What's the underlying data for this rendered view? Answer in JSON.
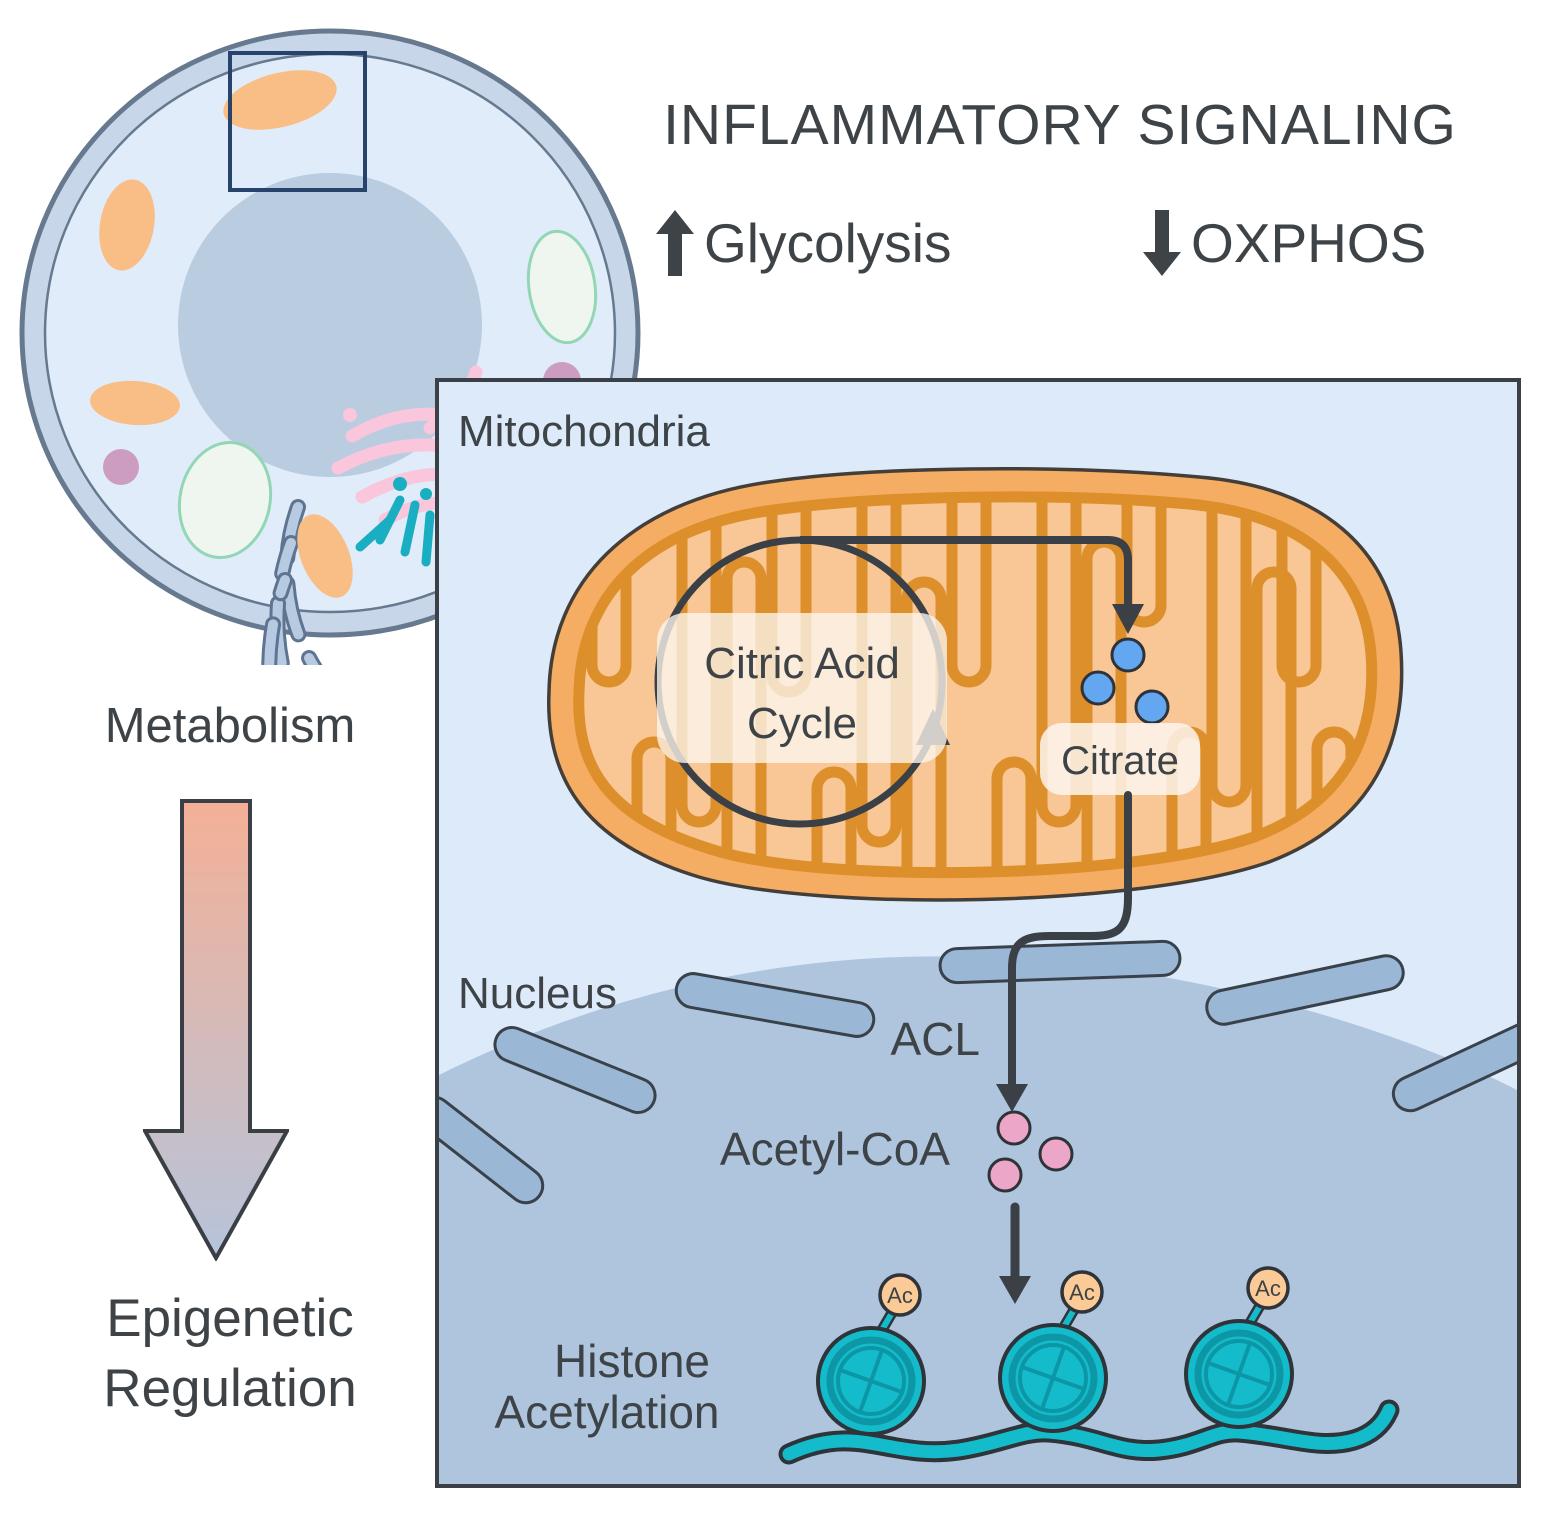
{
  "header": {
    "title": "INFLAMMATORY SIGNALING",
    "up_item": "Glycolysis",
    "down_item": "OXPHOS"
  },
  "left_flow": {
    "top_label": "Metabolism",
    "bottom_label_line1": "Epigenetic",
    "bottom_label_line2": "Regulation"
  },
  "panel": {
    "region_mitochondria": "Mitochondria",
    "cycle_label_line1": "Citric Acid",
    "cycle_label_line2": "Cycle",
    "citrate_label": "Citrate",
    "region_nucleus": "Nucleus",
    "enzyme_label": "ACL",
    "metabolite_label": "Acetyl-CoA",
    "histone_label_line1": "Histone",
    "histone_label_line2": "Acetylation",
    "ac_tag": "Ac"
  },
  "colors": {
    "panel_bg": "#DCEAF9",
    "panel_border": "#3A4046",
    "text": "#3E4347",
    "mito_outer": "#F5AC63",
    "mito_matrix": "#F8C795",
    "mito_cristae": "#DC8F2B",
    "citrate_dot": "#62A7F0",
    "acetyl_dot": "#ECA7C8",
    "histone_teal": "#14BCCB",
    "histone_ring": "#0C96A6",
    "ac_badge": "#FBCA96",
    "nucleus_fill": "#AEC5DD",
    "envelope_segment": "#9AB7D5",
    "cell_cytoplasm": "#E0ECFA",
    "cell_membrane_band": "#C7D7E9",
    "organelle_orange": "#F9BE85",
    "golgi_pink": "#F9C6DC",
    "vacuole_green": "#93D6B5",
    "lysosome_mauve": "#CD9DC1",
    "centriole_teal": "#19AEC2",
    "arrow_gradient_top": "#F4B096",
    "arrow_gradient_bottom": "#B6C4DB",
    "zoom_box": "#27426B"
  }
}
